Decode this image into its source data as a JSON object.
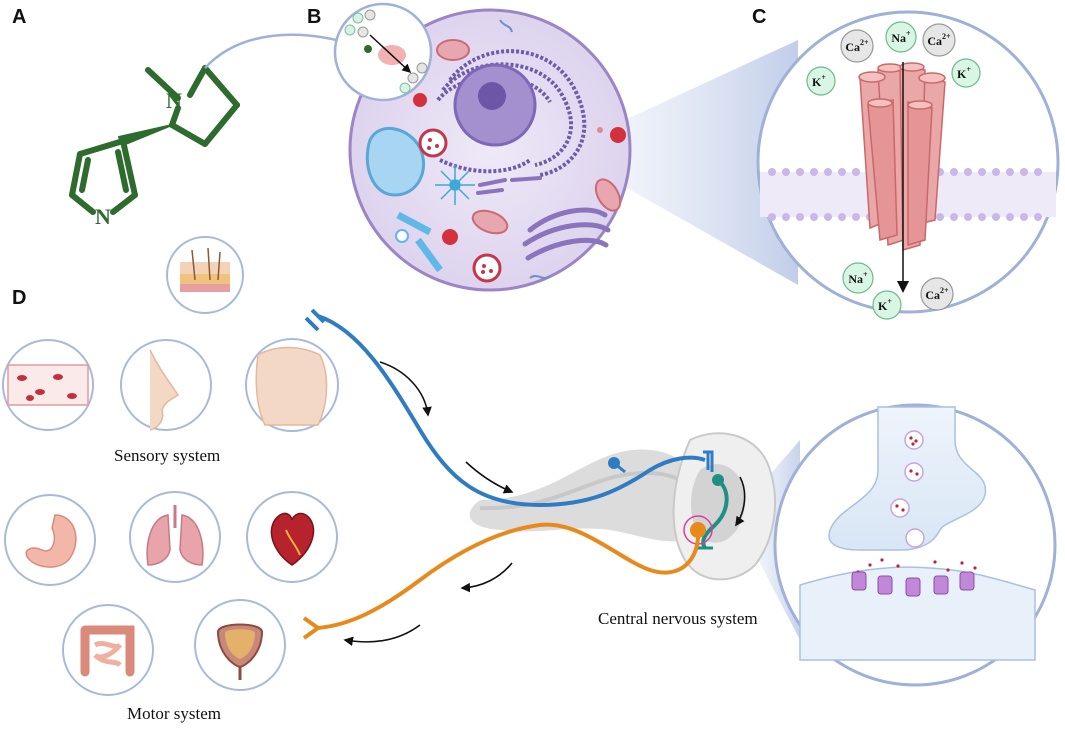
{
  "panels": {
    "a": "A",
    "b": "B",
    "c": "C",
    "d": "D"
  },
  "molecule": {
    "n_methyl": "N",
    "n_ring": "N"
  },
  "ions": {
    "na_top": {
      "symbol": "Na",
      "charge": "+"
    },
    "ca_top_left": {
      "symbol": "Ca",
      "charge": "2+"
    },
    "ca_top_right": {
      "symbol": "Ca",
      "charge": "2+"
    },
    "k_top_left": {
      "symbol": "K",
      "charge": "+"
    },
    "k_top_right": {
      "symbol": "K",
      "charge": "+"
    },
    "na_bottom": {
      "symbol": "Na",
      "charge": "+"
    },
    "k_bottom": {
      "symbol": "K",
      "charge": "+"
    },
    "ca_bottom": {
      "symbol": "Ca",
      "charge": "2+"
    }
  },
  "labels": {
    "sensory": "Sensory system",
    "motor": "Motor system",
    "cns": "Central nervous system"
  },
  "colors": {
    "molecule": "#2e6b2e",
    "sensory_neuron": "#2f7cc4",
    "motor_neuron": "#e8891c",
    "interneuron": "#1f8f86",
    "cell": "#e7e0f2",
    "cell_border": "#9b85c7",
    "channel": "#e9a3a3",
    "panel_circle": "#a9b9da"
  },
  "icons": {
    "skin": "skin-icon",
    "blood_vessel": "blood-vessel-icon",
    "nose": "nose-icon",
    "neck": "neck-icon",
    "stomach": "stomach-icon",
    "lungs": "lungs-icon",
    "heart": "heart-icon",
    "intestine": "intestine-icon",
    "bladder": "bladder-icon"
  }
}
